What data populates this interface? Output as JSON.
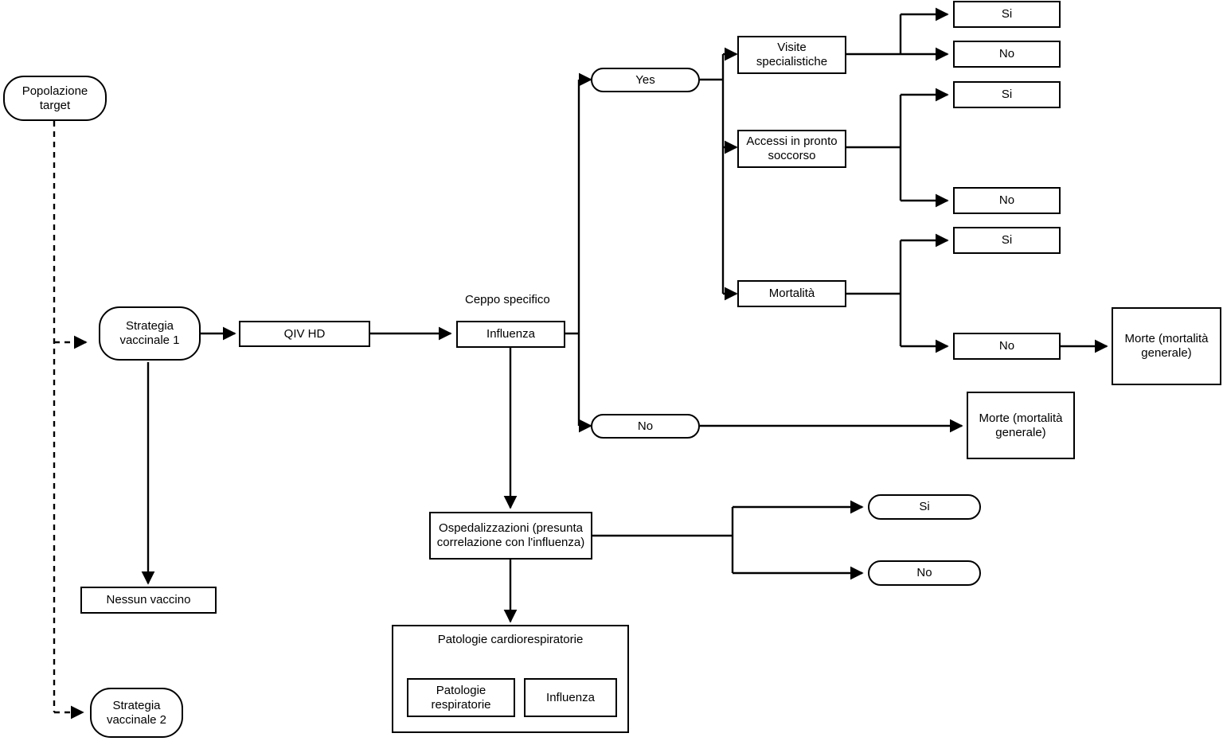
{
  "diagram": {
    "title_visible": false,
    "colors": {
      "stroke": "#000000",
      "fill": "#ffffff",
      "text": "#000000"
    },
    "labels": {
      "ceppo_specifico": "Ceppo specifico"
    },
    "nodes": {
      "popolazione_target": "Popolazione target",
      "strategia_vaccinale_1": "Strategia\nvaccinale 1",
      "strategia_vaccinale_2": "Strategia\nvaccinale 2",
      "nessun_vaccino": "Nessun vaccino",
      "qiv_hd": "QIV HD",
      "influenza": "Influenza",
      "yes": "Yes",
      "no_main": "No",
      "visite_specialistiche": "Visite\nspecialistiche",
      "accessi_pronto_soccorso": "Accessi in pronto\nsoccorso",
      "mortalita": "Mortalità",
      "visite_si": "Si",
      "visite_no": "No",
      "accessi_si": "Si",
      "accessi_no": "No",
      "mortalita_si": "Si",
      "mortalita_no": "No",
      "morte_generale_top": "Morte (mortalità\ngenerale)",
      "morte_generale_mid": "Morte (mortalità\ngenerale)",
      "ospedalizzazioni": "Ospedalizzazioni (presunta\ncorrelazione con l'influenza)",
      "osp_si": "Si",
      "osp_no": "No",
      "patologie_cardiorespiratorie": "Patologie cardiorespiratorie",
      "patologie_respiratorie": "Patologie\nrespiratorie",
      "influenza_sub": "Influenza"
    },
    "edges": [
      {
        "from": "popolazione_target",
        "to": "strategia_vaccinale_1",
        "style": "dashed"
      },
      {
        "from": "popolazione_target",
        "to": "strategia_vaccinale_2",
        "style": "dashed"
      },
      {
        "from": "strategia_vaccinale_1",
        "to": "qiv_hd",
        "style": "solid"
      },
      {
        "from": "strategia_vaccinale_1",
        "to": "nessun_vaccino",
        "style": "solid"
      },
      {
        "from": "qiv_hd",
        "to": "influenza",
        "style": "solid"
      },
      {
        "from": "influenza",
        "to": "yes",
        "style": "solid"
      },
      {
        "from": "influenza",
        "to": "no_main",
        "style": "solid"
      },
      {
        "from": "influenza",
        "to": "ospedalizzazioni",
        "style": "solid"
      },
      {
        "from": "yes",
        "to": "visite_specialistiche",
        "style": "solid"
      },
      {
        "from": "yes",
        "to": "accessi_pronto_soccorso",
        "style": "solid"
      },
      {
        "from": "yes",
        "to": "mortalita",
        "style": "solid"
      },
      {
        "from": "visite_specialistiche",
        "to": "visite_si",
        "style": "solid"
      },
      {
        "from": "visite_specialistiche",
        "to": "visite_no",
        "style": "solid"
      },
      {
        "from": "accessi_pronto_soccorso",
        "to": "accessi_si",
        "style": "solid"
      },
      {
        "from": "accessi_pronto_soccorso",
        "to": "accessi_no",
        "style": "solid"
      },
      {
        "from": "mortalita",
        "to": "mortalita_si",
        "style": "solid"
      },
      {
        "from": "mortalita",
        "to": "mortalita_no",
        "style": "solid"
      },
      {
        "from": "mortalita_no",
        "to": "morte_generale_top",
        "style": "solid"
      },
      {
        "from": "no_main",
        "to": "morte_generale_mid",
        "style": "solid"
      },
      {
        "from": "ospedalizzazioni",
        "to": "osp_si",
        "style": "solid"
      },
      {
        "from": "ospedalizzazioni",
        "to": "osp_no",
        "style": "solid"
      },
      {
        "from": "ospedalizzazioni",
        "to": "patologie_cardiorespiratorie",
        "style": "solid"
      }
    ]
  }
}
